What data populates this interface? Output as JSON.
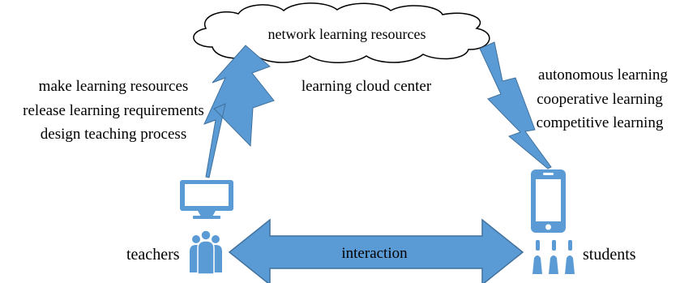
{
  "cloud": {
    "label": "network learning resources"
  },
  "center": {
    "label": "learning cloud center"
  },
  "teacher_tasks": [
    "make learning resources",
    "release learning requirements",
    "design teaching process"
  ],
  "student_activities": [
    "autonomous learning",
    "cooperative learning",
    "competitive learning"
  ],
  "teachers": {
    "label": "teachers"
  },
  "students": {
    "label": "students"
  },
  "interaction": {
    "label": "interaction"
  },
  "colors": {
    "accent": "#5b9bd5",
    "accent_dark": "#41719c",
    "cloud_fill": "#ffffff",
    "cloud_stroke": "#000000",
    "text": "#000000"
  }
}
